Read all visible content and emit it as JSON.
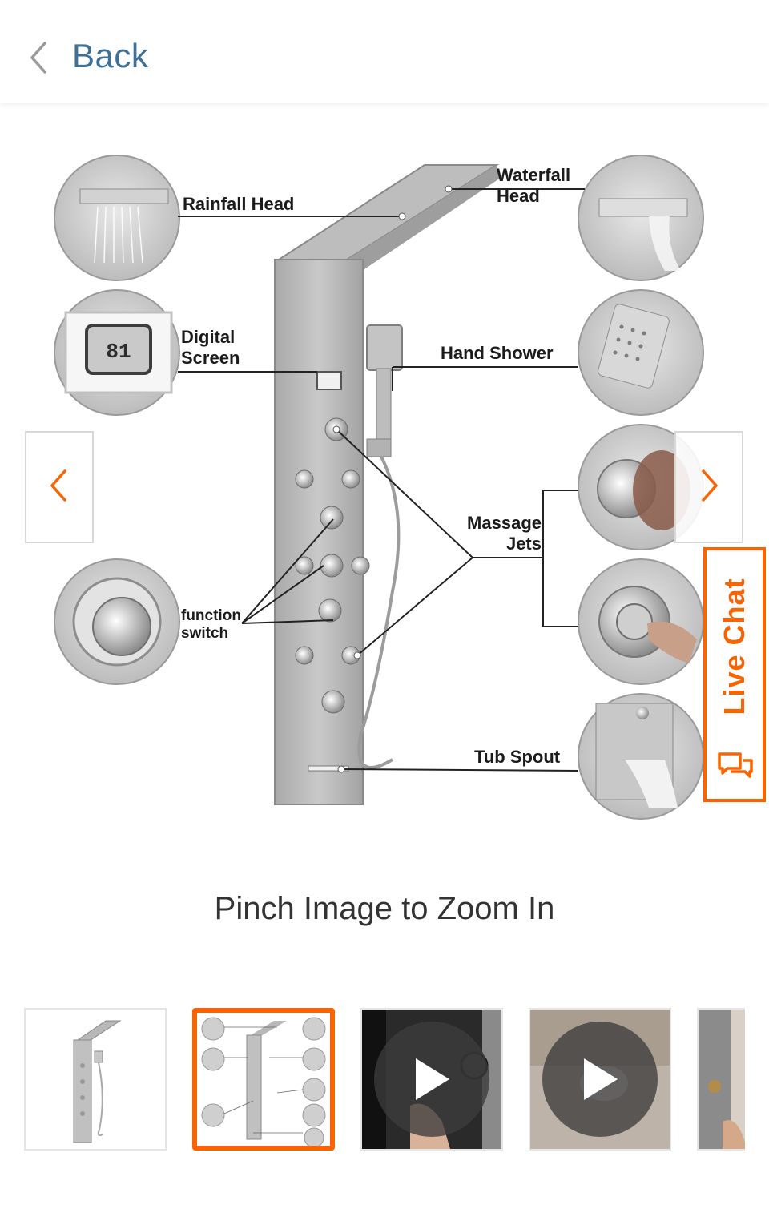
{
  "header": {
    "back_label": "Back"
  },
  "gallery": {
    "callouts": {
      "rainfall_head": "Rainfall Head",
      "waterfall_head_line1": "Waterfall",
      "waterfall_head_line2": "Head",
      "digital_screen_line1": "Digital",
      "digital_screen_line2": "Screen",
      "hand_shower": "Hand Shower",
      "massage_jets_line1": "Massage",
      "massage_jets_line2": "Jets",
      "function_switch_line1": "function",
      "function_switch_line2": "switch",
      "tub_spout": "Tub Spout",
      "screen_readout": "81"
    },
    "zoom_hint": "Pinch Image to Zoom In",
    "thumbnails": [
      {
        "kind": "image",
        "selected": false
      },
      {
        "kind": "image",
        "selected": true
      },
      {
        "kind": "video",
        "selected": false
      },
      {
        "kind": "video",
        "selected": false
      },
      {
        "kind": "image",
        "selected": false
      }
    ]
  },
  "live_chat": {
    "label": "Live Chat"
  },
  "colors": {
    "accent": "#f96302",
    "link": "#3e6f97",
    "text": "#333333"
  },
  "icons": {
    "back": "chevron-left-icon",
    "prev": "chevron-left-icon",
    "next": "chevron-right-icon",
    "chat": "chat-bubbles-icon",
    "play": "play-icon"
  }
}
